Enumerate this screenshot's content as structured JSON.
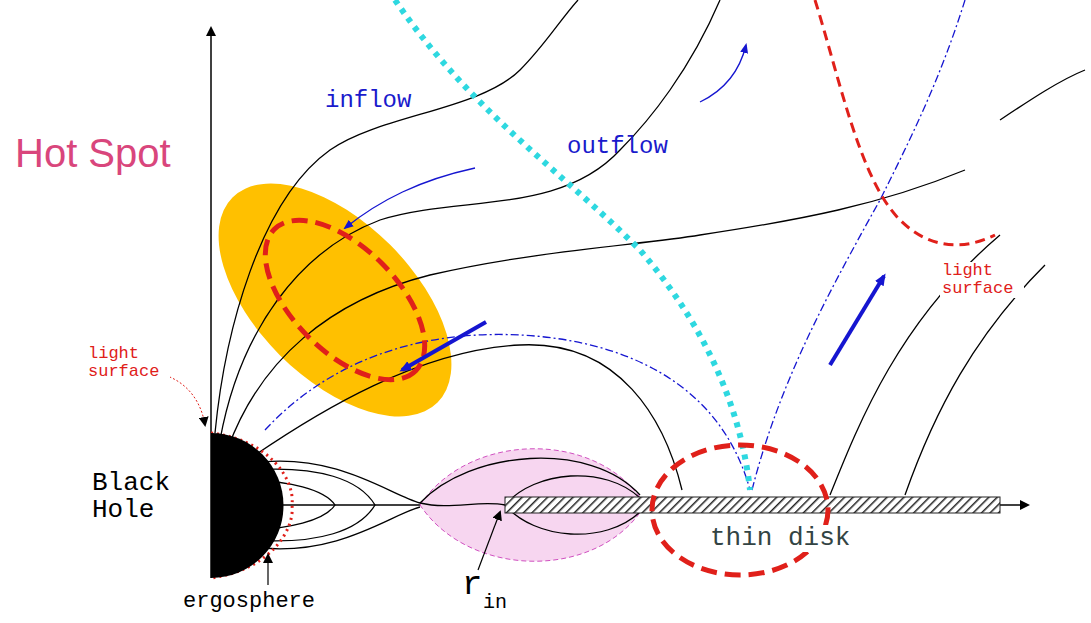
{
  "diagram": {
    "labels": [
      "Hot Spot",
      "inflow",
      "outflow",
      "light surface",
      "light surface",
      "Black Hole",
      "ergosphere",
      "r",
      "in",
      "thin disk"
    ]
  }
}
